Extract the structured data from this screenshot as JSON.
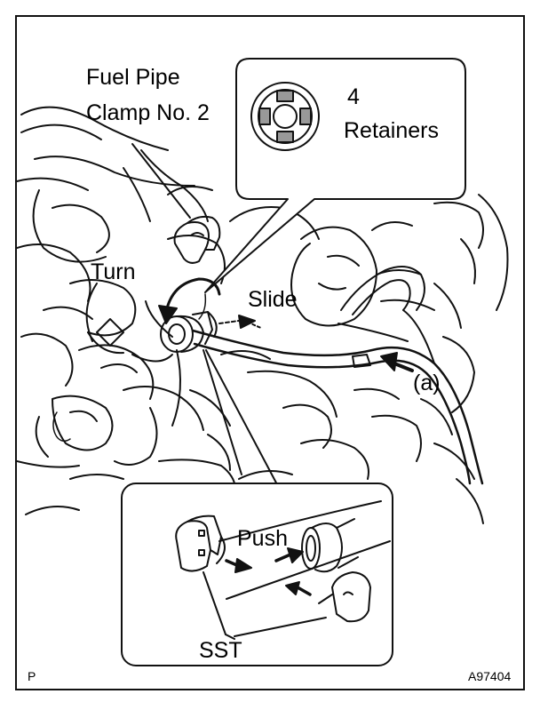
{
  "labels": {
    "fuel_pipe_clamp_line1": "Fuel Pipe",
    "fuel_pipe_clamp_line2": "Clamp No. 2",
    "retainers_count": "4",
    "retainers": "Retainers",
    "turn": "Turn",
    "slide": "Slide",
    "a": "(a)",
    "push": "Push",
    "sst": "SST",
    "corner_letter": "P",
    "figure_id": "A97404"
  },
  "icons": [
    "turn-arrow-icon",
    "slide-arrow-icon",
    "push-arrow-icon",
    "retainer-icon"
  ]
}
